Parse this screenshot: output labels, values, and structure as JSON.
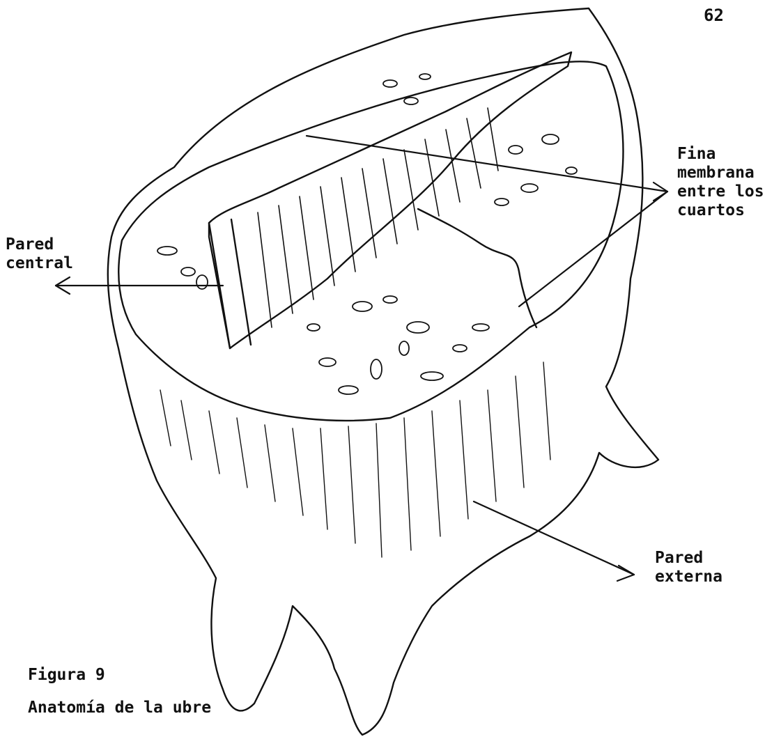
{
  "page_number": "62",
  "figure": {
    "number": "Figura 9",
    "caption": "Anatomía de la ubre"
  },
  "labels": {
    "central_wall": [
      "Pared",
      "central"
    ],
    "thin_membrane": [
      "Fina",
      "membrana",
      "entre los",
      "cuartos"
    ],
    "external_wall": [
      "Pared",
      "externa"
    ]
  }
}
